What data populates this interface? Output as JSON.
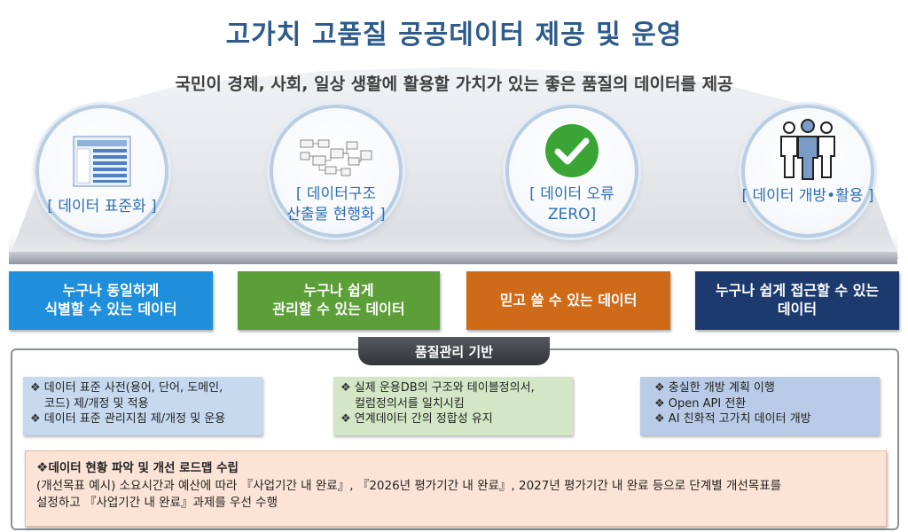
{
  "title": "고가치 고품질 공공데이터 제공 및 운영",
  "subtitle": "국민이 경제, 사회, 일상 생활에 활용할 가치가 있는 좋은 품질의 데이터를 제공",
  "circles": [
    {
      "label_lines": [
        "[ 데이터 표준화 ]"
      ],
      "icon": "document-list-icon"
    },
    {
      "label_lines": [
        "[ 데이터구조",
        "산출물 현행화 ]"
      ],
      "icon": "structure-diagram-icon"
    },
    {
      "label_lines": [
        "[ 데이터 오류",
        "ZERO]"
      ],
      "icon": "checkmark-icon"
    },
    {
      "label_lines": [
        "[ 데이터 개방•활용 ]"
      ],
      "icon": "people-group-icon"
    }
  ],
  "categories": [
    {
      "lines": [
        "누구나 동일하게",
        "식별할 수 있는 데이터"
      ],
      "color": "#1f8fdc"
    },
    {
      "lines": [
        "누구나 쉽게",
        "관리할 수 있는 데이터"
      ],
      "color": "#5c9e38"
    },
    {
      "lines": [
        "믿고 쓸 수 있는 데이터"
      ],
      "color": "#cf6a18"
    },
    {
      "lines": [
        "누구나 쉽게 접근할 수 있는",
        "데이터"
      ],
      "color": "#1c3a6e"
    }
  ],
  "base_label": "품질관리 기반",
  "bullet_symbol": "❖",
  "details": [
    {
      "lines": [
        "데이터 표준 사전(용어, 단어, 도메인,",
        "코드) 제/개정 및 적용",
        "데이터 표준 관리지침 제/개정 및 운용"
      ],
      "bullets": [
        true,
        false,
        true
      ],
      "color": "#c6d9ef"
    },
    {
      "lines": [
        "실제 운용DB의 구조와 테이블정의서,",
        "컬럼정의서를 일치시킴",
        "연계데이터 간의 정합성 유지"
      ],
      "bullets": [
        true,
        false,
        true
      ],
      "color": "#d3e6c5"
    },
    {
      "lines": [
        "충실한 개방 계획 이행",
        "Open API 전환",
        "AI 친화적 고가치 데이터 개방"
      ],
      "bullets": [
        true,
        true,
        true
      ],
      "color": "#b9cbe6"
    }
  ],
  "roadmap": {
    "heading": "데이터 현황 파악 및 개선 로드맵 수립",
    "lines": [
      "(개선목표 예시) 소요시간과 예산에 따라 『사업기간 내 완료』, 『2026년 평가기간 내 완료』, 2027년 평가기간 내 완료 등으로 단계별 개선목표를",
      "설정하고 『사업기간 내 완료』과제를 우선 수행"
    ]
  }
}
